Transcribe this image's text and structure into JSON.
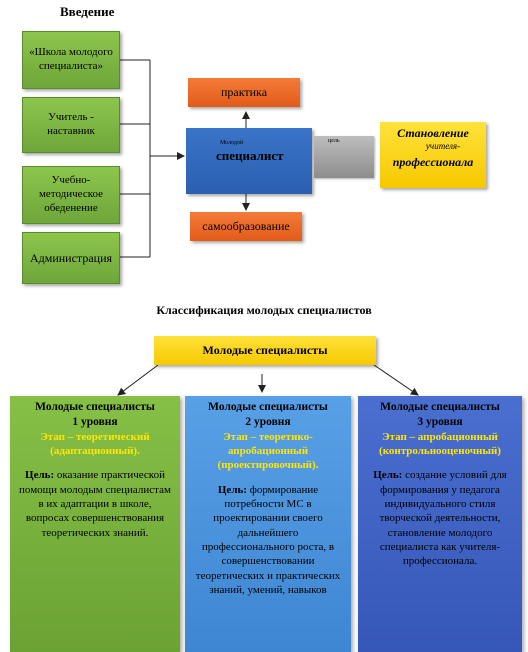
{
  "top_title": "Введение",
  "left_boxes": [
    "«Школа молодого специалиста»",
    "Учитель - наставник",
    "Учебно-методическое обеденение",
    "Администрация"
  ],
  "center": {
    "small_label": "Молодой",
    "main_label": "специалист"
  },
  "practice_label": "практика",
  "self_education_label": "самообразование",
  "connector_label": "цель",
  "goal_box": {
    "line1": "Становление",
    "line2": "учителя-",
    "line3": "профессионала"
  },
  "classification_title": "Классификация молодых специалистов",
  "root_label": "Молодые специалисты",
  "levels": [
    {
      "head1": "Молодые специалисты",
      "head2": "1 уровня",
      "stage": "Этап – теоретический (адаптационный).",
      "goal_label": "Цель:",
      "goal_text": "оказание практической помощи молодым специалистам в их адаптации в школе, вопросах совершенствования теоретических знаний."
    },
    {
      "head1": "Молодые специалисты",
      "head2": "2 уровня",
      "stage": "Этап – теоретико-апробационный (проектировочный).",
      "goal_label": "Цель:",
      "goal_text": "формирование потребности МС в проектировании своего дальнейшего профессионального роста, в совершенствовании теоретических и практических знаний, умений, навыков"
    },
    {
      "head1": "Молодые специалисты",
      "head2": "3 уровня",
      "stage": "Этап – апробационный (контрольнооценочный)",
      "goal_label": "Цель:",
      "goal_text": "создание условий для формирования у педагога индивидуального стиля творческой деятельности, становление молодого специалиста как учителя-профессионала."
    }
  ],
  "colors": {
    "green": "#7ab342",
    "blue_mid": "#4a90d9",
    "blue_dark": "#3c5fc0",
    "orange": "#ec6a27",
    "yellow": "#ffd60a",
    "stage_text": "#ffe600"
  }
}
